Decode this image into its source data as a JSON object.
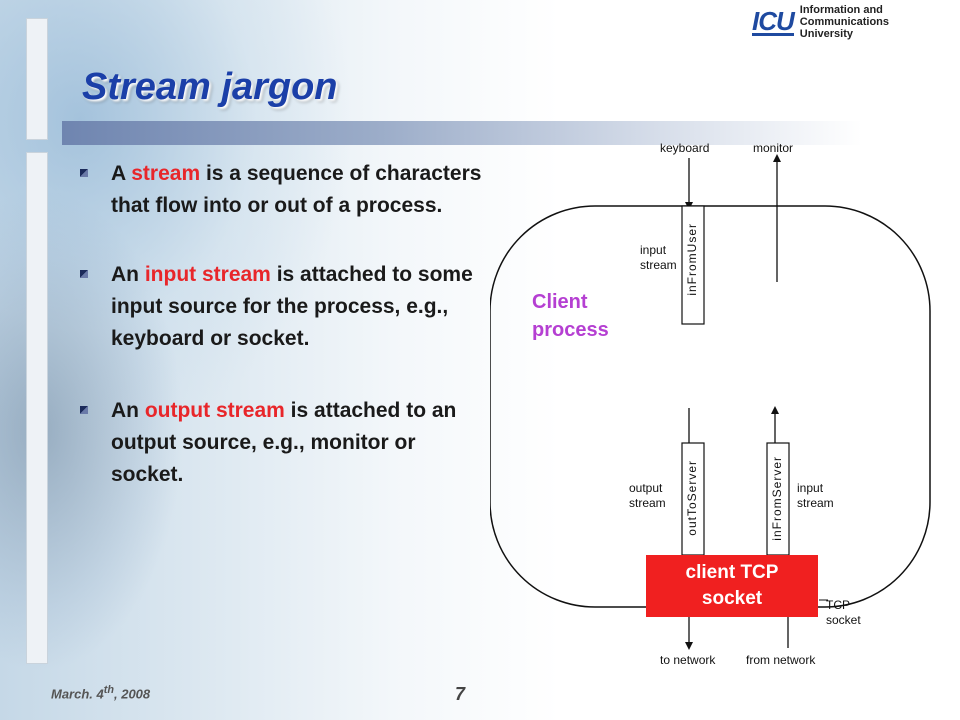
{
  "slide": {
    "title": "Stream jargon",
    "logo": {
      "mark": "ICU",
      "line1": "Information and Communications",
      "line2": "University"
    },
    "footer": {
      "date_main": "March. 4",
      "date_sup": "th",
      "date_year": ", 2008",
      "page_number": "7"
    },
    "colors": {
      "title": "#1b3fa8",
      "highlight": "#e8262a",
      "client": "#b53fd2",
      "socket": "#f02020"
    }
  },
  "bullets": [
    {
      "pre": "A ",
      "highlight": "stream",
      "post": " is a sequence of characters that flow into or out of a process."
    },
    {
      "pre": "An ",
      "highlight": "input stream",
      "post": " is attached to some input source for the process, e.g., keyboard or socket."
    },
    {
      "pre": "An ",
      "highlight": "output stream",
      "post": " is attached to an output source, e.g., monitor or socket."
    }
  ],
  "diagram": {
    "keyboard": "keyboard",
    "monitor": "monitor",
    "client_line1": "Client",
    "client_line2": "process",
    "input_line1": "input",
    "input_line2": "stream",
    "in_from_user": "inFromUser",
    "output_line1": "output",
    "output_line2": "stream",
    "out_to_server": "outToServer",
    "in_from_server": "inFromServer",
    "input2_line1": "input",
    "input2_line2": "stream",
    "socket_line1": "client TCP",
    "socket_line2": "socket",
    "tcp_line1": "TCP",
    "tcp_line2": "socket",
    "to_network": "to network",
    "from_network": "from network"
  }
}
